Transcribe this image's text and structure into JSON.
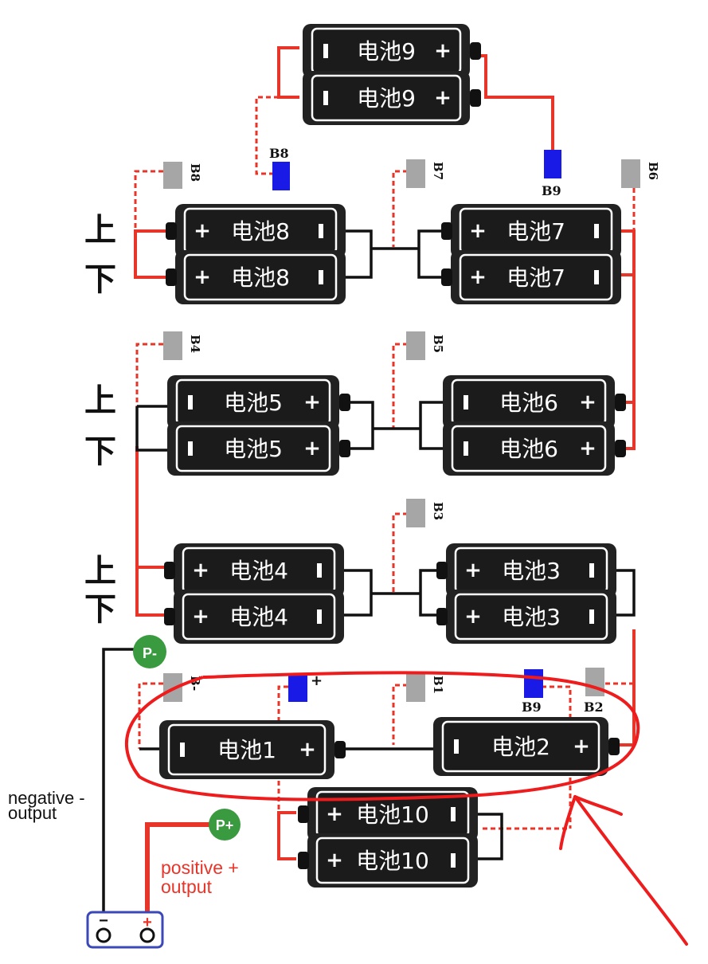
{
  "batteries": {
    "b9": "电池9",
    "b8": "电池8",
    "b7": "电池7",
    "b5": "电池5",
    "b6": "电池6",
    "b4": "电池4",
    "b3": "电池3",
    "b1": "电池1",
    "b2": "电池2",
    "b10": "电池10"
  },
  "row_labels": {
    "up": "上",
    "down": "下"
  },
  "sense_tags": {
    "b8_blue": "B8",
    "b9_blue": "B9",
    "b8_gray": "B8",
    "b7_gray": "B7",
    "b6_gray": "B6",
    "b4_gray": "B4",
    "b5_gray": "B5",
    "b3_gray": "B3",
    "bminus_gray": "B-",
    "b1_gray": "B1",
    "b9_blue_bottom": "B9",
    "b2_gray": "B2",
    "plus_mark": "+"
  },
  "output": {
    "p_minus": "P-",
    "p_plus": "P+",
    "negative_label": "negative -",
    "negative_label_2": "output",
    "positive_label": "positive +",
    "positive_label_2": "output",
    "connector_minus": "−",
    "connector_plus": "+"
  },
  "colors": {
    "wire_red": "#e8352a",
    "wire_black": "#111111",
    "tag_gray": "#a6a6a6",
    "tag_blue": "#1a1ae6",
    "badge_green": "#3a9a3f",
    "annotation_red": "#ee1c1c"
  }
}
